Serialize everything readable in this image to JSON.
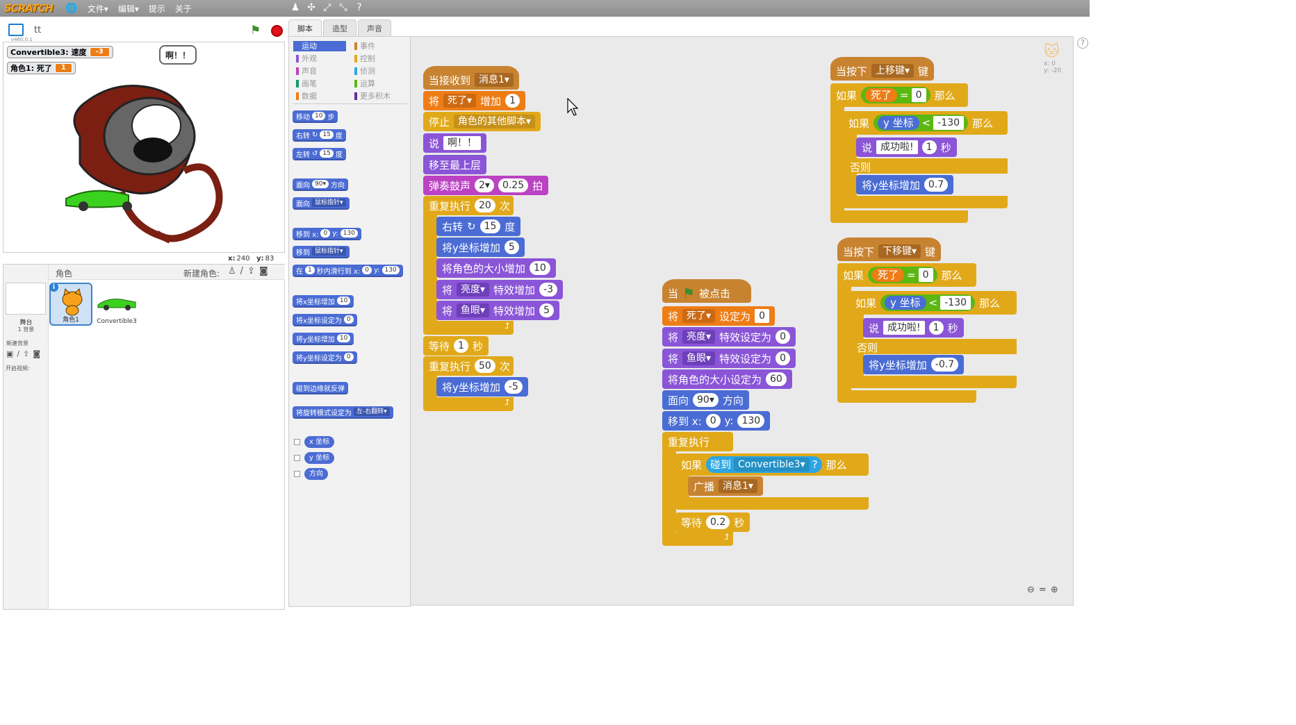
{
  "menubar": {
    "logo": "SCRATCH",
    "file": "文件▾",
    "edit": "编辑▾",
    "tips": "提示",
    "about": "关于"
  },
  "stage": {
    "title": "tt",
    "version": "v460.0.1",
    "monitors": [
      {
        "label": "Convertible3: 速度",
        "value": "-3"
      },
      {
        "label": "角色1: 死了",
        "value": "1"
      }
    ],
    "speech": "啊！！",
    "coords": {
      "x_label": "x:",
      "x": "240",
      "y_label": "y:",
      "y": "83"
    }
  },
  "sprites": {
    "header": "角色",
    "new_sprite": "新建角色:",
    "stage_name": "舞台",
    "stage_count": "1 背景",
    "new_backdrop": "新建背景",
    "video": "开启视频:",
    "items": [
      {
        "name": "角色1",
        "selected": true
      },
      {
        "name": "Convertible3",
        "selected": false
      }
    ]
  },
  "tabs": [
    "脚本",
    "造型",
    "声音"
  ],
  "palette": {
    "categories": [
      {
        "label": "运动",
        "color": "#4a6cd4"
      },
      {
        "label": "事件",
        "color": "#c88330"
      },
      {
        "label": "外观",
        "color": "#8a55d7"
      },
      {
        "label": "控制",
        "color": "#e1a91a"
      },
      {
        "label": "声音",
        "color": "#bb42c3"
      },
      {
        "label": "侦测",
        "color": "#2ca5e2"
      },
      {
        "label": "画笔",
        "color": "#0e9a6c"
      },
      {
        "label": "运算",
        "color": "#5cb712"
      },
      {
        "label": "数据",
        "color": "#ee7d16"
      },
      {
        "label": "更多积木",
        "color": "#632d99"
      }
    ],
    "blocks": {
      "move": {
        "a": "移动",
        "n": "10",
        "b": "步"
      },
      "turn_right": {
        "a": "右转",
        "n": "15",
        "b": "度"
      },
      "turn_left": {
        "a": "左转",
        "n": "15",
        "b": "度"
      },
      "point_dir": {
        "a": "面向",
        "n": "90▾",
        "b": "方向"
      },
      "point_towards": {
        "a": "面向",
        "dd": "鼠标指针▾"
      },
      "goto_xy": {
        "a": "移到 x:",
        "x": "0",
        "b": "y:",
        "y": "130"
      },
      "goto": {
        "a": "移到",
        "dd": "鼠标指针▾"
      },
      "glide": {
        "a": "在",
        "n": "1",
        "b": "秒内滑行到 x:",
        "x": "0",
        "c": "y:",
        "y": "130"
      },
      "change_x": {
        "a": "将x坐标增加",
        "n": "10"
      },
      "set_x": {
        "a": "将x坐标设定为",
        "n": "0"
      },
      "change_y": {
        "a": "将y坐标增加",
        "n": "10"
      },
      "set_y": {
        "a": "将y坐标设定为",
        "n": "0"
      },
      "bounce": "碰到边缘就反弹",
      "rotation": {
        "a": "将旋转模式设定为",
        "dd": "左-右翻转▾"
      },
      "rep_x": "x 坐标",
      "rep_y": "y 坐标",
      "rep_dir": "方向"
    }
  },
  "script1": {
    "hat": {
      "a": "当接收到",
      "dd": "消息1▾"
    },
    "change": {
      "a": "将",
      "dd": "死了▾",
      "b": "增加",
      "n": "1"
    },
    "stop": {
      "a": "停止",
      "dd": "角色的其他脚本▾"
    },
    "say": {
      "a": "说",
      "v": "啊！！"
    },
    "front": "移至最上层",
    "drum": {
      "a": "弹奏鼓声",
      "d": "2▾",
      "n": "0.25",
      "b": "拍"
    },
    "repeat": {
      "a": "重复执行",
      "n": "20",
      "b": "次"
    },
    "turn": {
      "a": "右转",
      "n": "15",
      "b": "度"
    },
    "chy": {
      "a": "将y坐标增加",
      "n": "5"
    },
    "size": {
      "a": "将角色的大小增加",
      "n": "10"
    },
    "eff1": {
      "a": "将",
      "dd": "亮度▾",
      "b": "特效增加",
      "n": "-3"
    },
    "eff2": {
      "a": "将",
      "dd": "鱼眼▾",
      "b": "特效增加",
      "n": "5"
    },
    "wait": {
      "a": "等待",
      "n": "1",
      "b": "秒"
    },
    "repeat2": {
      "a": "重复执行",
      "n": "50",
      "b": "次"
    },
    "chy2": {
      "a": "将y坐标增加",
      "n": "-5"
    }
  },
  "script2": {
    "hat": {
      "a": "当",
      "b": "被点击"
    },
    "set": {
      "a": "将",
      "dd": "死了▾",
      "b": "设定为",
      "n": "0"
    },
    "eff1": {
      "a": "将",
      "dd": "亮度▾",
      "b": "特效设定为",
      "n": "0"
    },
    "eff2": {
      "a": "将",
      "dd": "鱼眼▾",
      "b": "特效设定为",
      "n": "0"
    },
    "size": {
      "a": "将角色的大小设定为",
      "n": "60"
    },
    "dir": {
      "a": "面向",
      "n": "90▾",
      "b": "方向"
    },
    "goto": {
      "a": "移到 x:",
      "x": "0",
      "b": "y:",
      "y": "130"
    },
    "forever": "重复执行",
    "if": {
      "a": "如果",
      "s": "碰到",
      "dd": "Convertible3▾",
      "q": "?",
      "b": "那么"
    },
    "broadcast": {
      "a": "广播",
      "dd": "消息1▾"
    },
    "wait": {
      "a": "等待",
      "n": "0.2",
      "b": "秒"
    }
  },
  "script3": {
    "hat": {
      "a": "当按下",
      "dd": "上移键▾",
      "b": "键"
    },
    "if1": {
      "a": "如果",
      "v": "死了",
      "eq": "=",
      "n": "0",
      "b": "那么"
    },
    "if2": {
      "a": "如果",
      "v": "y 坐标",
      "lt": "<",
      "n": "-130",
      "b": "那么"
    },
    "say": {
      "a": "说",
      "v": "成功啦!",
      "n": "1",
      "b": "秒"
    },
    "else": "否则",
    "chy": {
      "a": "将y坐标增加",
      "n": "0.7"
    }
  },
  "script4": {
    "hat": {
      "a": "当按下",
      "dd": "下移键▾",
      "b": "键"
    },
    "if1": {
      "a": "如果",
      "v": "死了",
      "eq": "=",
      "n": "0",
      "b": "那么"
    },
    "if2": {
      "a": "如果",
      "v": "y 坐标",
      "lt": "<",
      "n": "-130",
      "b": "那么"
    },
    "say": {
      "a": "说",
      "v": "成功啦!",
      "n": "1",
      "b": "秒"
    },
    "else": "否则",
    "chy": {
      "a": "将y坐标增加",
      "n": "-0.7"
    }
  },
  "scripts_area": {
    "sprite_coords": {
      "x": "x: 0",
      "y": "y: -20"
    }
  }
}
